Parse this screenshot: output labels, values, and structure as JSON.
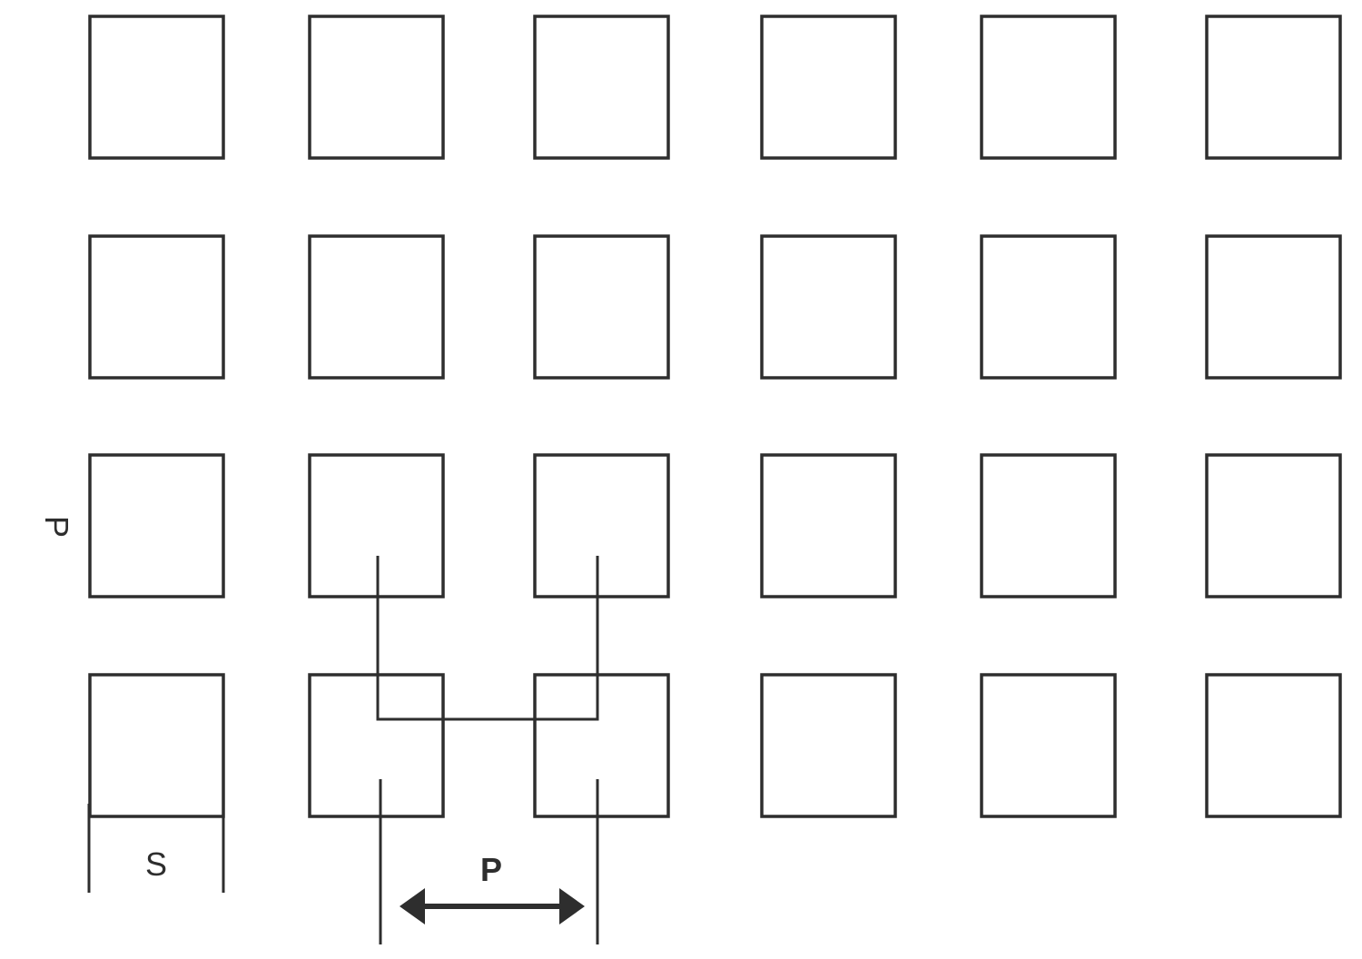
{
  "labels": {
    "side_pitch": "P",
    "square_size": "S",
    "pitch": "P"
  },
  "grid": {
    "rows": 4,
    "cols": 6
  },
  "colors": {
    "stroke": "#2e2e2e",
    "background": "#ffffff"
  }
}
